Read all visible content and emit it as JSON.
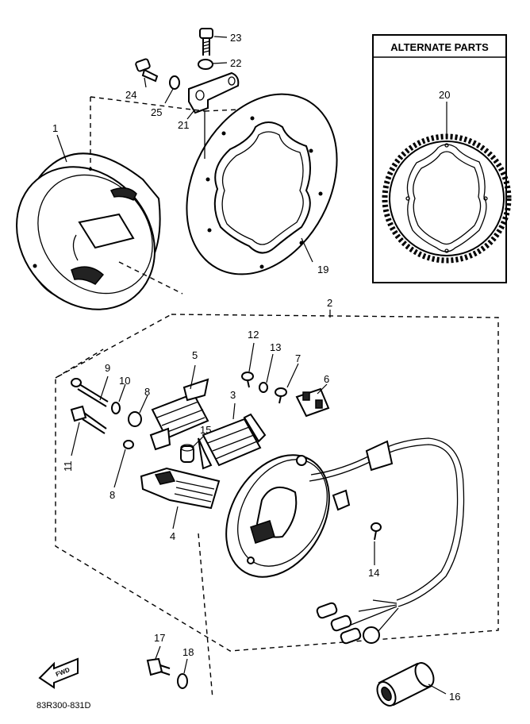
{
  "alternate_parts_title": "ALTERNATE PARTS",
  "diagram_code": "83R300-831D",
  "forward_label": "FWD",
  "callouts": {
    "p1": "1",
    "p2": "2",
    "p3": "3",
    "p4": "4",
    "p5": "5",
    "p6": "6",
    "p7": "7",
    "p8a": "8",
    "p8b": "8",
    "p9": "9",
    "p10": "10",
    "p11": "11",
    "p12": "12",
    "p13": "13",
    "p14": "14",
    "p15": "15",
    "p16": "16",
    "p17": "17",
    "p18": "18",
    "p19": "19",
    "p20": "20",
    "p21": "21",
    "p22": "22",
    "p23": "23",
    "p24": "24",
    "p25": "25"
  }
}
